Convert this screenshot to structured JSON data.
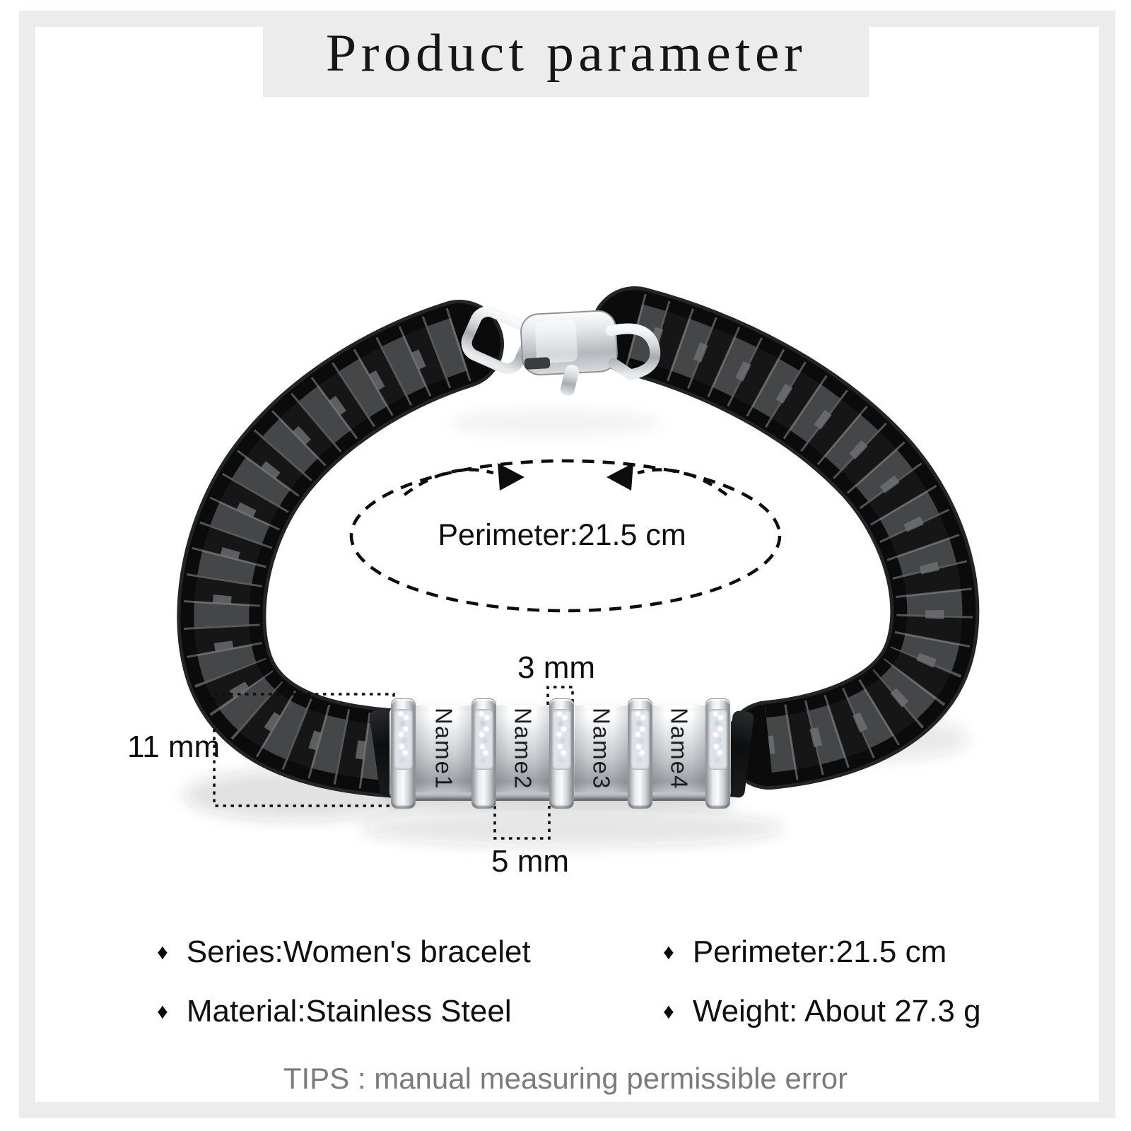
{
  "title": "Product parameter",
  "photo": {
    "perimeter_annotation": "Perimeter:21.5 cm",
    "dim_ring_width": "3 mm",
    "dim_bead_width": "5 mm",
    "dim_chain_height": "11 mm",
    "beads": [
      "Name1",
      "Name2",
      "Name3",
      "Name4"
    ]
  },
  "specs": {
    "bullet": "♦",
    "items": [
      "Series:Women's bracelet",
      "Material:Stainless Steel",
      "Perimeter:21.5 cm",
      "Weight: About 27.3 g"
    ],
    "tips": "TIPS : manual measuring permissible error"
  },
  "colors": {
    "frame_gray": "#ececec",
    "text_black": "#101010",
    "tips_gray": "#7b7b7b",
    "chain_black": "#0c0c0c",
    "silver": "#d9dcdf"
  }
}
